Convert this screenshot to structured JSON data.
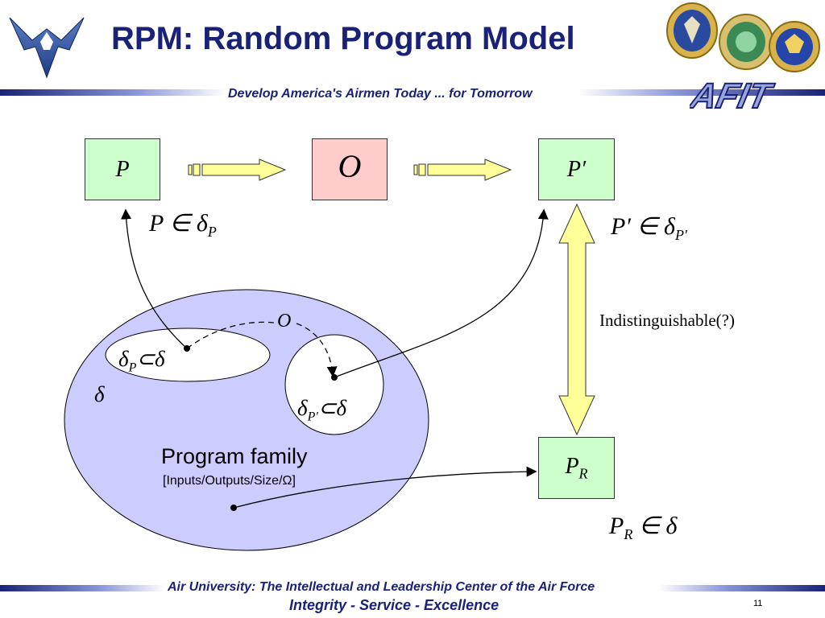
{
  "header": {
    "title": "RPM: Random Program Model",
    "tagline": "Develop America's Airmen Today ... for Tomorrow",
    "logo_text": "AFIT"
  },
  "diagram": {
    "box_p": "P",
    "box_o": "O",
    "box_p_prime": "P′",
    "box_pr_main": "P",
    "box_pr_sub": "R",
    "rel_p_main": "P ∈ δ",
    "rel_p_sub": "P",
    "rel_pp_main": "P′ ∈ δ",
    "rel_pp_sub": "P′",
    "rel_pr_main": "P",
    "rel_pr_sub": "R",
    "rel_pr_tail": "∈ δ",
    "delta_p_main": "δ",
    "delta_p_sub": "P",
    "delta_p_tail": "⊂δ",
    "delta_pp_main": "δ",
    "delta_pp_sub": "P′",
    "delta_pp_tail": "⊂δ",
    "delta_label": "δ",
    "o_label": "O",
    "indistinguishable": "Indistinguishable(?)",
    "family_label": "Program family",
    "family_sub": "[Inputs/Outputs/Size/Ω]"
  },
  "footer": {
    "line1": "Air University: The Intellectual and Leadership Center of the Air Force",
    "line2": "Integrity - Service - Excellence",
    "page_number": "11"
  },
  "colors": {
    "navy": "#1a2277",
    "ellipse_fill": "#ccccff",
    "green_box": "#ccffcc",
    "pink_box": "#ffcccc",
    "arrow_fill": "#ffff99"
  }
}
